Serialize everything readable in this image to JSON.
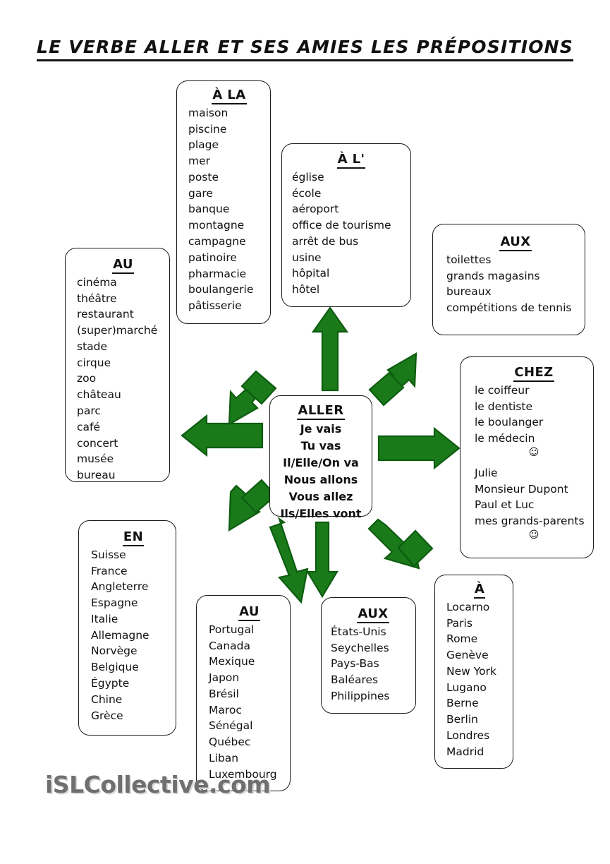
{
  "title": "LE VERBE ALLER ET SES AMIES LES PRÉPOSITIONS",
  "watermark": "iSLCollective.com",
  "colors": {
    "arrow_green": "#1a7a1a",
    "arrow_outline": "#0d5c10",
    "box_border": "#1a1a1a",
    "text": "#111111",
    "watermark": "#6f6f6f",
    "background": "#ffffff"
  },
  "center": {
    "heading": "ALLER",
    "items": [
      "Je vais",
      "Tu vas",
      "Il/Elle/On va",
      "Nous allons",
      "Vous allez",
      "Ils/Elles vont"
    ]
  },
  "boxes": [
    {
      "id": "ala",
      "heading": "À LA",
      "items": [
        "maison",
        "piscine",
        "plage",
        "mer",
        "poste",
        "gare",
        "banque",
        "montagne",
        "campagne",
        "patinoire",
        "pharmacie",
        "boulangerie",
        "pâtisserie"
      ]
    },
    {
      "id": "al",
      "heading": "À L'",
      "items": [
        "église",
        "école",
        "aéroport",
        "office de tourisme",
        "arrêt de bus",
        "usine",
        "hôpital",
        "hôtel"
      ]
    },
    {
      "id": "aux-top",
      "heading": "AUX",
      "items": [
        "toilettes",
        "grands magasins",
        "bureaux",
        "compétitions de tennis"
      ]
    },
    {
      "id": "au-left",
      "heading": "AU",
      "items": [
        "cinéma",
        "théâtre",
        "restaurant",
        "(super)marché",
        "stade",
        "cirque",
        "zoo",
        "château",
        "parc",
        "café",
        "concert",
        "musée",
        "bureau"
      ]
    },
    {
      "id": "chez",
      "heading": "CHEZ",
      "items": [
        "le coiffeur",
        "le dentiste",
        "le boulanger",
        "le médecin",
        "☺",
        "",
        "Julie",
        "Monsieur Dupont",
        "Paul et Luc",
        "mes grands-parents",
        "☺"
      ]
    },
    {
      "id": "en",
      "heading": "EN",
      "items": [
        "Suisse",
        "France",
        "Angleterre",
        "Espagne",
        "Italie",
        "Allemagne",
        "Norvège",
        "Belgique",
        "Égypte",
        "Chine",
        "Grèce"
      ]
    },
    {
      "id": "au-bot",
      "heading": "AU",
      "items": [
        "Portugal",
        "Canada",
        "Mexique",
        "Japon",
        "Brésil",
        "Maroc",
        "Sénégal",
        "Québec",
        "Liban",
        "Luxembourg"
      ]
    },
    {
      "id": "aux-bot",
      "heading": "AUX",
      "items": [
        "États-Unis",
        "Seychelles",
        "Pays-Bas",
        "Baléares",
        "Philippines"
      ]
    },
    {
      "id": "a",
      "heading": "À",
      "items": [
        "Locarno",
        "Paris",
        "Rome",
        "Genève",
        "New York",
        "Lugano",
        "Berne",
        "Berlin",
        "Londres",
        "Madrid"
      ]
    }
  ],
  "arrows": [
    {
      "name": "arrow-to-au-left",
      "direction": "left"
    },
    {
      "name": "arrow-to-ala",
      "direction": "up-left"
    },
    {
      "name": "arrow-to-al",
      "direction": "up"
    },
    {
      "name": "arrow-to-aux-top",
      "direction": "up-right"
    },
    {
      "name": "arrow-to-chez",
      "direction": "right"
    },
    {
      "name": "arrow-to-en",
      "direction": "down-left"
    },
    {
      "name": "arrow-to-au-bot",
      "direction": "down-left-steep"
    },
    {
      "name": "arrow-to-aux-bot",
      "direction": "down"
    },
    {
      "name": "arrow-to-a",
      "direction": "down-right"
    }
  ]
}
